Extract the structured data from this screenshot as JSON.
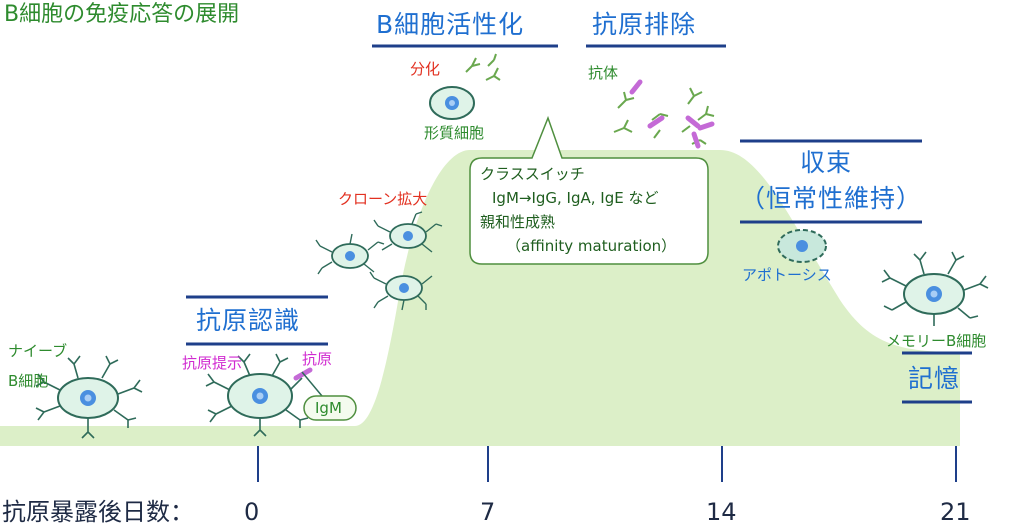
{
  "title": "B細胞の免疫応答の展開",
  "phases": {
    "recognition": "抗原認識",
    "activation": "B細胞活性化",
    "elimination": "抗原排除",
    "convergence_1": "収束",
    "convergence_2": "（恒常性維持）",
    "memory": "記憶"
  },
  "labels": {
    "naive_1": "ナイーブ",
    "naive_2": "B細胞",
    "presentation": "抗原提示",
    "antigen": "抗原",
    "igm": "IgM",
    "clonal_expansion": "クローン拡大",
    "differentiation": "分化",
    "plasma_cell": "形質細胞",
    "antibody": "抗体",
    "apoptosis": "アポトーシス",
    "memory_b": "メモリーB細胞"
  },
  "callout": {
    "line1": "クラススイッチ",
    "line2": "IgM→IgG, IgA, IgE など",
    "line3": "親和性成熟",
    "line4": "（affinity maturation）"
  },
  "axis": {
    "label": "抗原暴露後日数：",
    "ticks": [
      "0",
      "7",
      "14",
      "21"
    ]
  },
  "colors": {
    "area": "#dcefc8",
    "phase_text": "#1f6fd0",
    "phase_line": "#1e3f8a",
    "green_text": "#2e8b2e",
    "cell_fill": "#dff3e8",
    "nucleus": "#4a8fe0",
    "antibody": "#6aa84f",
    "antigen": "#c46ad6"
  }
}
